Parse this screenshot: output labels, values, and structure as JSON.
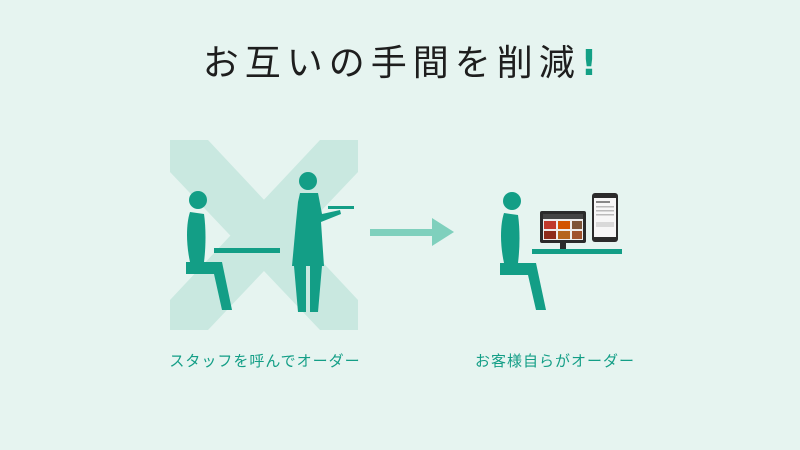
{
  "headline": {
    "text": "お互いの手間を削減",
    "mark": "!"
  },
  "captions": {
    "before": "スタッフを呼んでオーダー",
    "after": "お客様自らがオーダー"
  },
  "colors": {
    "background": "#e6f4f0",
    "figure": "#139e86",
    "cross": "#c9e8e0",
    "arrow": "#7fd0bd",
    "headline_text": "#1e1e1e"
  },
  "icons": {
    "cross": "cross-mark-icon",
    "arrow": "arrow-right-icon",
    "tablet": "tablet-icon",
    "phone": "smartphone-icon"
  }
}
